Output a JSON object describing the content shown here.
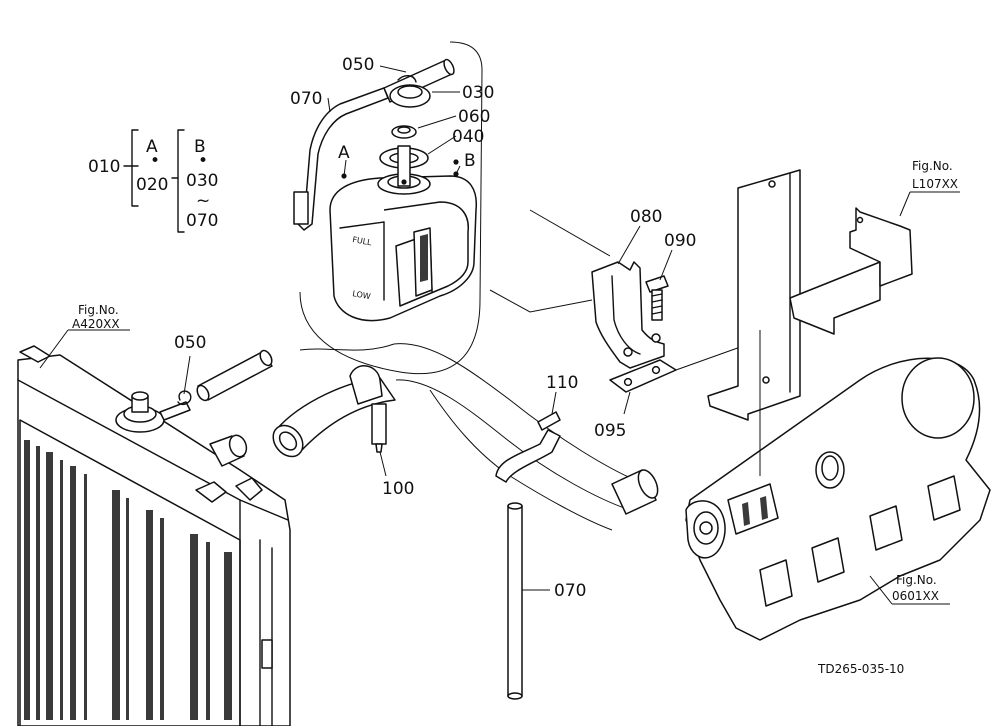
{
  "callouts": {
    "c050_top": "050",
    "c070_top": "070",
    "c030": "030",
    "c060": "060",
    "c040": "040",
    "c050_left": "050",
    "c080": "080",
    "c090": "090",
    "c095": "095",
    "c100": "100",
    "c110": "110",
    "c070_bottom": "070"
  },
  "key_table": {
    "g010": "010",
    "g020": "020",
    "dotA": "•",
    "dotB": "•",
    "letter_a": "A",
    "letter_b": "B",
    "b030": "030",
    "tilde": "~",
    "b070": "070"
  },
  "tank": {
    "ref_a": "A",
    "ref_b": "B",
    "full_mark": "FULL",
    "low_mark": "LOW"
  },
  "references": {
    "ref_a420_fig": "Fig.No.",
    "ref_a420_num": "A420XX",
    "ref_l107_fig": "Fig.No.",
    "ref_l107_num": "L107XX",
    "ref_0601_fig": "Fig.No.",
    "ref_0601_num": "0601XX"
  },
  "drawing_code": "TD265-035-10"
}
